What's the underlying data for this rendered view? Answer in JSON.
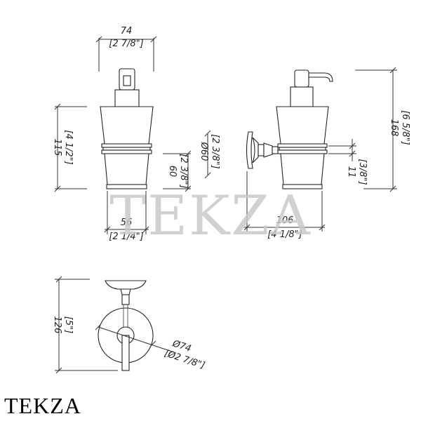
{
  "watermark": "TEKZA",
  "brand": "TEKZA",
  "dims": {
    "top_width": {
      "mm": "74",
      "in": "[2 7/8\"]"
    },
    "height_body": {
      "mm": "115",
      "in": "[4 1/2\"]"
    },
    "bottom_width": {
      "mm": "56",
      "in": "[2 1/4\"]"
    },
    "collar_height": {
      "mm": "60",
      "in": "[2 3/8\"]"
    },
    "diameter": {
      "mm": "Ø60",
      "in": "[2 3/8\"]"
    },
    "total_height": {
      "mm": "168",
      "in": "[6 5/8\"]"
    },
    "projection": {
      "mm": "106",
      "in": "[4 1/8\"]"
    },
    "ring_height": {
      "mm": "11",
      "in": "[3/8\"]"
    },
    "top_depth": {
      "mm": "126",
      "in": "[5\"]"
    },
    "flange_diameter": {
      "mm": "Ø74",
      "in": "[Ø2 7/8\"]"
    }
  }
}
